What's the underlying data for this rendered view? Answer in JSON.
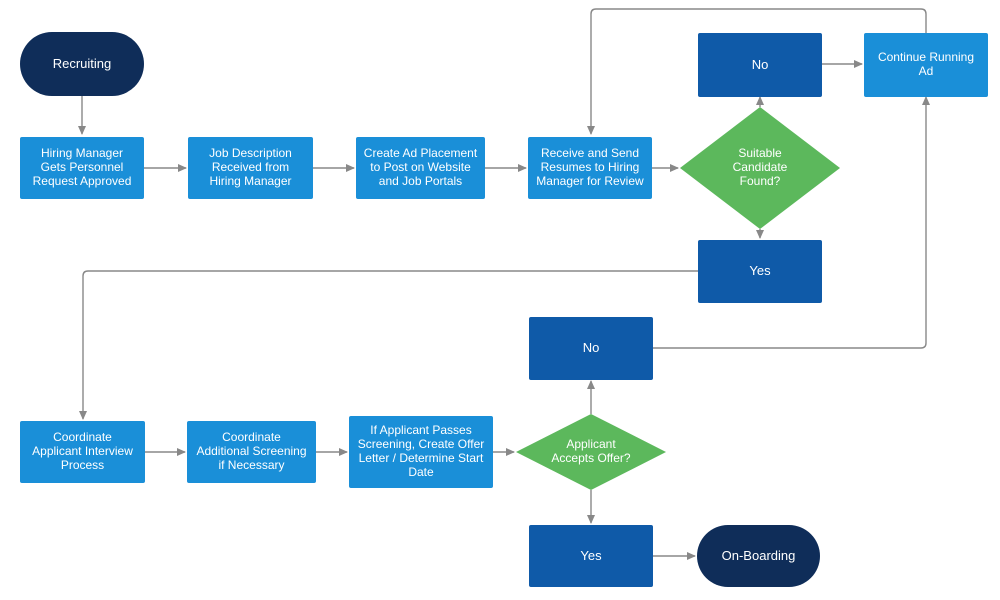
{
  "flowchart": {
    "start": "Recruiting",
    "step1": "Hiring Manager\nGets Personnel\nRequest Approved",
    "step2": "Job Description\nReceived from\nHiring Manager",
    "step3": "Create Ad Placement\nto Post on Website\nand Job Portals",
    "step4": "Receive and Send\nResumes to Hiring\nManager for Review",
    "decision1": "Suitable\nCandidate\nFound?",
    "decision1_no": "No",
    "decision1_yes": "Yes",
    "continue_ad": "Continue Running\nAd",
    "step5": "Coordinate\nApplicant Interview\nProcess",
    "step6": "Coordinate\nAdditional Screening\nif Necessary",
    "step7": "If Applicant Passes\nScreening, Create Offer\nLetter / Determine Start\nDate",
    "decision2": "Applicant\nAccepts Offer?",
    "decision2_no": "No",
    "decision2_yes": "Yes",
    "end": "On-Boarding"
  },
  "colors": {
    "terminal": "#0f2d59",
    "process": "#1a8fd8",
    "answer": "#0f5aa8",
    "decision": "#5cb85c",
    "connector": "#888888"
  }
}
